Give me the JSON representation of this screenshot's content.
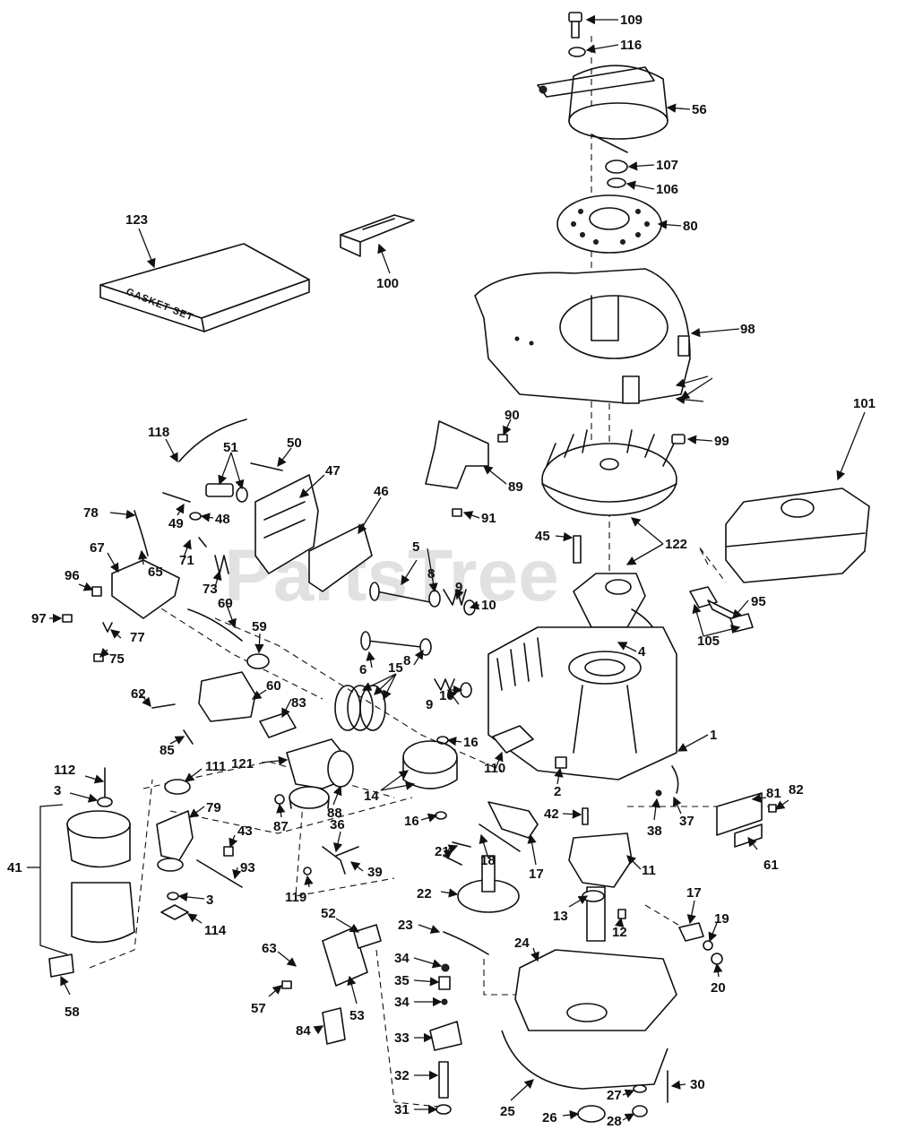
{
  "watermark": "PartsTree",
  "gasket_box_text": "GASKET SET",
  "labels": {
    "p1": "1",
    "p2": "2",
    "p3a": "3",
    "p3b": "3",
    "p4": "4",
    "p5": "5",
    "p6": "6",
    "p8a": "8",
    "p8b": "8",
    "p9a": "9",
    "p9b": "9",
    "p10a": "10",
    "p10b": "10",
    "p11": "11",
    "p12": "12",
    "p13": "13",
    "p14": "14",
    "p15": "15",
    "p16a": "16",
    "p16b": "16",
    "p17a": "17",
    "p17b": "17",
    "p18": "18",
    "p19": "19",
    "p20": "20",
    "p21": "21",
    "p22": "22",
    "p23": "23",
    "p24": "24",
    "p25": "25",
    "p26": "26",
    "p27": "27",
    "p28": "28",
    "p30": "30",
    "p31": "31",
    "p32": "32",
    "p33": "33",
    "p34a": "34",
    "p34b": "34",
    "p35": "35",
    "p36": "36",
    "p37": "37",
    "p38": "38",
    "p39": "39",
    "p41": "41",
    "p42": "42",
    "p43": "43",
    "p45": "45",
    "p46": "46",
    "p47": "47",
    "p48": "48",
    "p49": "49",
    "p50": "50",
    "p51": "51",
    "p52": "52",
    "p53": "53",
    "p56": "56",
    "p57": "57",
    "p58": "58",
    "p59": "59",
    "p60": "60",
    "p61": "61",
    "p62": "62",
    "p63": "63",
    "p65": "65",
    "p67": "67",
    "p69": "69",
    "p71": "71",
    "p73": "73",
    "p75": "75",
    "p77": "77",
    "p78": "78",
    "p79": "79",
    "p80": "80",
    "p81": "81",
    "p82": "82",
    "p83": "83",
    "p84": "84",
    "p85": "85",
    "p87": "87",
    "p88": "88",
    "p89": "89",
    "p90": "90",
    "p91": "91",
    "p93": "93",
    "p95": "95",
    "p96": "96",
    "p97": "97",
    "p98": "98",
    "p99": "99",
    "p100": "100",
    "p101": "101",
    "p105": "105",
    "p106": "106",
    "p107": "107",
    "p109": "109",
    "p110": "110",
    "p111": "111",
    "p112": "112",
    "p114": "114",
    "p116": "116",
    "p118": "118",
    "p119": "119",
    "p121": "121",
    "p122": "122",
    "p123": "123"
  }
}
